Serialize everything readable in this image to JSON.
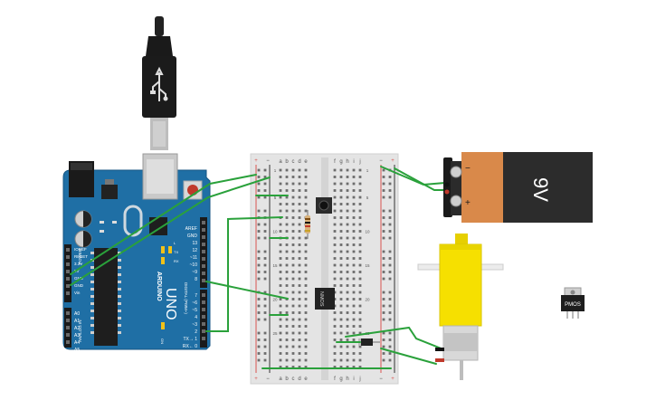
{
  "arduino": {
    "brand_label": "ARDUINO",
    "model_label": "UNO",
    "power_header_label": "POWER",
    "digital_header_label": "DIGITAL (PWM~)",
    "analog_header_label": "ANALOG IN",
    "on_label": "ON",
    "power_pins": [
      "IOREF",
      "RESET",
      "3.3V",
      "5V",
      "GND",
      "GND",
      "Vin"
    ],
    "analog_pins": [
      "A0",
      "A1",
      "A2",
      "A3",
      "A4",
      "A5"
    ],
    "top_pins": [
      "AREF",
      "GND",
      "13",
      "12",
      "~11",
      "~10",
      "~9",
      "8"
    ],
    "bottom_pins": [
      "7",
      "~6",
      "~5",
      "4",
      "~3",
      "2",
      "TX→ 1",
      "RX← 0"
    ],
    "tx_label": "TX",
    "rx_label": "RX",
    "l_label": "L",
    "reset_icon": "reset-button-icon",
    "usb_icon": "usb-b-plug-icon",
    "board_color": "#1f6fa5"
  },
  "breadboard": {
    "top_columns": [
      "a",
      "b",
      "c",
      "d",
      "e",
      "f",
      "g",
      "h",
      "i",
      "j"
    ],
    "bottom_columns": [
      "a",
      "b",
      "c",
      "d",
      "e",
      "f",
      "g",
      "h",
      "i",
      "j"
    ],
    "row_labels": [
      "1",
      "5",
      "10",
      "15",
      "20",
      "25"
    ],
    "rail_plus": "+",
    "rail_minus": "−",
    "chip_label": "NMOS",
    "wire_color": "#2aa13b"
  },
  "battery": {
    "voltage_label": "9V",
    "minus_label": "−",
    "plus_label": "+",
    "body_color": "#d9894a"
  },
  "motor": {
    "icon": "dc-gear-motor-icon",
    "body_color": "#f6e000"
  },
  "pmos": {
    "label": "PMOS"
  }
}
